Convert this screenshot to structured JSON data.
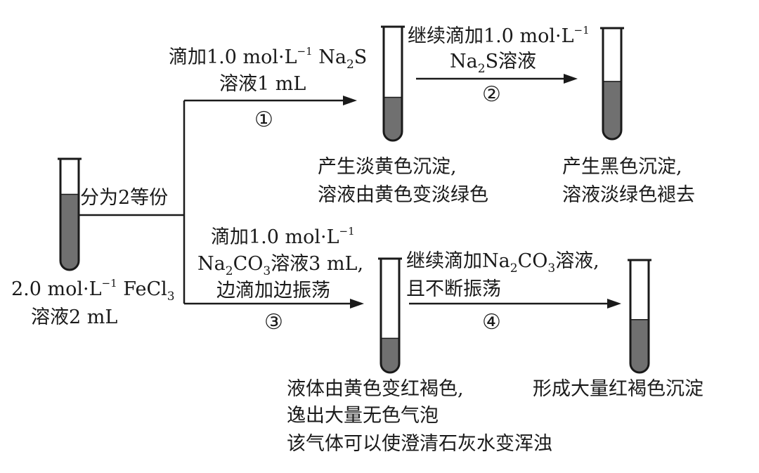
{
  "start": {
    "line1": {
      "a": "2.0 mol·L",
      "sup": "−1",
      "b": " FeCl",
      "sub": "3"
    },
    "line2": "溶液2 mL"
  },
  "split_label": "分为2等份",
  "steps": {
    "s1": {
      "line1": {
        "a": "滴加1.0 mol·L",
        "sup": "−1",
        "b": " Na",
        "sub": "2",
        "c": "S"
      },
      "line2": "溶液1 mL",
      "number": "①"
    },
    "s2": {
      "line1": {
        "a": "继续滴加1.0 mol·L",
        "sup": "−1"
      },
      "line2": {
        "a": "Na",
        "sub": "2",
        "b": "S溶液"
      },
      "number": "②"
    },
    "s3": {
      "line1": {
        "a": "滴加1.0 mol·L",
        "sup": "−1"
      },
      "line2": {
        "a": "Na",
        "sub1": "2",
        "b": "CO",
        "sub2": "3",
        "c": "溶液3 mL,"
      },
      "line3": "边滴加边振荡",
      "number": "③"
    },
    "s4": {
      "line1": {
        "a": "继续滴加Na",
        "sub1": "2",
        "b": "CO",
        "sub2": "3",
        "c": "溶液,"
      },
      "line2": "且不断振荡",
      "number": "④"
    }
  },
  "observations": {
    "o1": [
      "产生淡黄色沉淀,",
      "溶液由黄色变淡绿色"
    ],
    "o2": [
      "产生黑色沉淀,",
      "溶液淡绿色褪去"
    ],
    "o3": [
      "液体由黄色变红褐色,",
      "逸出大量无色气泡",
      "该气体可以使澄清石灰水变浑浊"
    ],
    "o4": [
      "形成大量红褐色沉淀"
    ]
  },
  "tubes": {
    "start": {
      "fill_fraction": 0.68,
      "color": "#707070"
    },
    "tube1": {
      "fill_fraction": 0.38,
      "color": "#707070"
    },
    "tube2": {
      "fill_fraction": 0.52,
      "color": "#707070"
    },
    "tube3": {
      "fill_fraction": 0.3,
      "color": "#707070"
    },
    "tube4": {
      "fill_fraction": 0.47,
      "color": "#707070"
    }
  }
}
